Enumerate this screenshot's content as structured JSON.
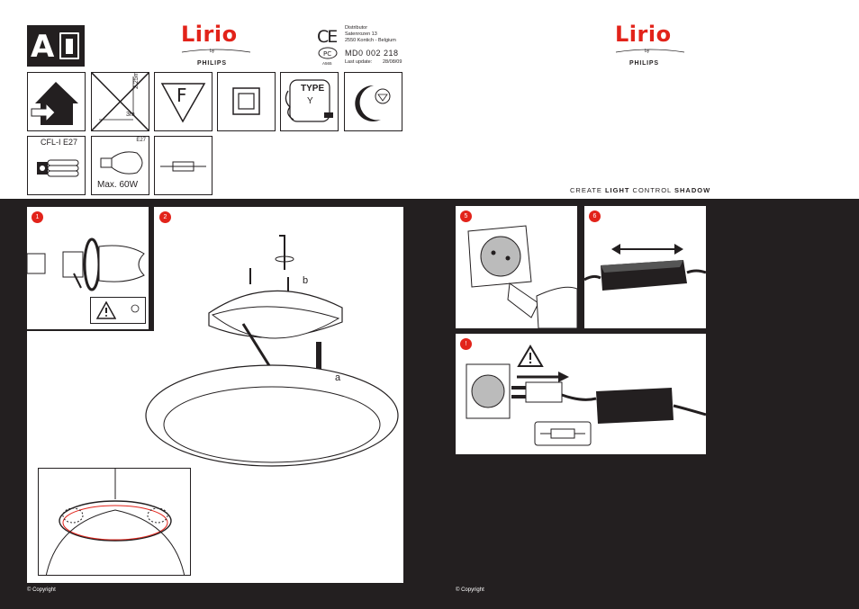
{
  "brand": {
    "logo": "Lirio",
    "by": "by",
    "maker": "PHILIPS",
    "tagline_parts": [
      "CREATE ",
      "LIGHT",
      " CONTROL ",
      "SHADOW"
    ]
  },
  "distributor": {
    "label": "Distributor",
    "street": "Satenrozen 13",
    "city": "2550 Kontich - Belgium"
  },
  "reference": {
    "code": "MD0 002 218",
    "last_update_label": "Last update:",
    "last_update_date": "28/08/09",
    "cert_code": "A565"
  },
  "symbols": {
    "manual_letter": "A",
    "type_label": "TYPE",
    "type_letter": "Y",
    "f_letter": "F",
    "dist_vertical": "2.25m",
    "dist_horizontal": "3m"
  },
  "bulbs": {
    "cfl_label": "CFL-I E27",
    "incandescent_socket": "E27",
    "incandescent_max": "Max. 60W"
  },
  "steps": {
    "s1": "1",
    "s2": "2",
    "s5": "5",
    "s6": "6",
    "warn": "!",
    "label_a": "a",
    "label_b": "b"
  },
  "footer": {
    "copyright_left": "© Copyright",
    "copyright_right": "© Copyright"
  },
  "colors": {
    "accent": "#e2231a",
    "dark": "#231f20"
  }
}
